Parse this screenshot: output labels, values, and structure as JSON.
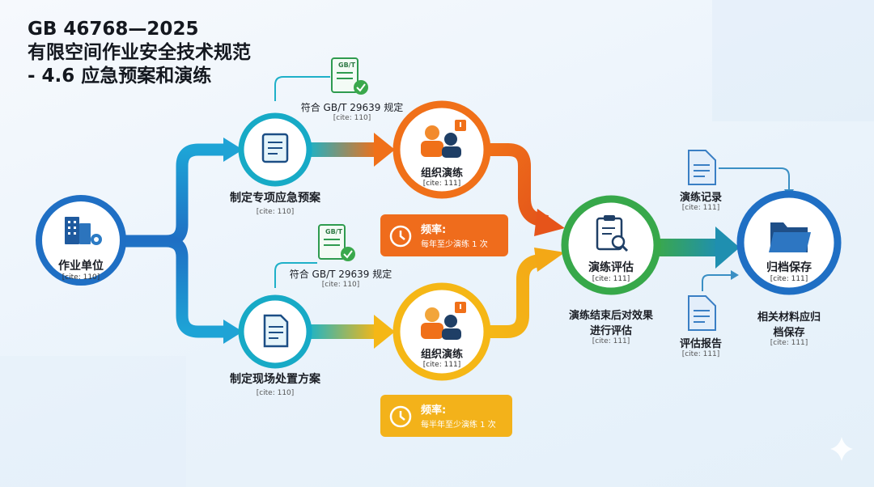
{
  "title": {
    "line1": "GB 46768—2025",
    "line2": "有限空间作业安全技术规范",
    "line3": "- 4.6 应急预案和演练"
  },
  "colors": {
    "blue": "#1f73c9",
    "teal": "#14aac6",
    "orange": "#f07019",
    "yellow": "#f5b716",
    "green": "#37a84a",
    "icon_dark": "#1f3f66"
  },
  "nodes": {
    "unit": {
      "label": "作业单位",
      "cite": "[cite: 110]",
      "icon": "building-gear-icon"
    },
    "plan_top": {
      "label": "制定专项应急预案",
      "cite": "[cite: 110]",
      "icon": "scroll-document-icon"
    },
    "plan_bot": {
      "label": "制定现场处置方案",
      "cite": "[cite: 110]",
      "icon": "document-icon"
    },
    "drill_top": {
      "label": "组织演练",
      "cite": "[cite: 111]",
      "icon": "workers-alert-icon"
    },
    "drill_bot": {
      "label": "组织演练",
      "cite": "[cite: 111]",
      "icon": "workers-alert-icon"
    },
    "eval": {
      "label": "演练评估",
      "cite": "[cite: 111]",
      "icon": "clipboard-search-icon",
      "desc_line1": "演练结束后对效果",
      "desc_line2": "进行评估",
      "desc_cite": "[cite: 111]"
    },
    "archive": {
      "label": "归档保存",
      "cite": "[cite: 111]",
      "icon": "folder-icon",
      "desc_line1": "相关材料应归",
      "desc_line2": "档保存",
      "desc_cite": "[cite: 111]"
    }
  },
  "standards": {
    "top": {
      "badge": "GB/T",
      "text": "符合 GB/T 29639 规定",
      "cite": "[cite: 110]"
    },
    "bottom": {
      "badge": "GB/T",
      "text": "符合 GB/T 29639 规定",
      "cite": "[cite: 110]"
    }
  },
  "frequency": {
    "top": {
      "title": "频率:",
      "desc": "每年至少演练 1 次"
    },
    "bottom": {
      "title": "频率:",
      "desc": "每半年至少演练 1 次"
    }
  },
  "documents": {
    "record": {
      "label": "演练记录",
      "cite": "[cite: 111]"
    },
    "report": {
      "label": "评估报告",
      "cite": "[cite: 111]"
    }
  }
}
